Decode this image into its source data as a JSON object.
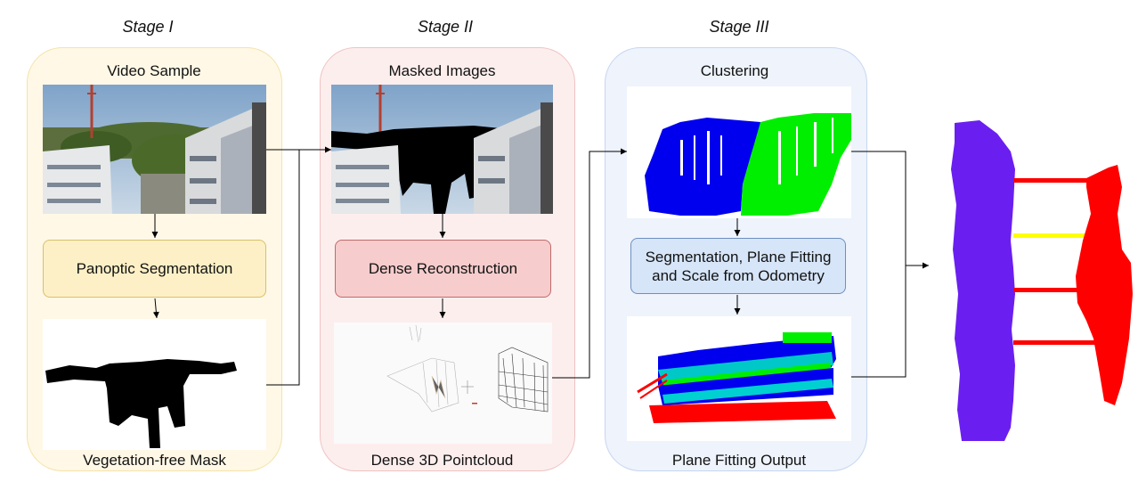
{
  "stages": {
    "stage1": {
      "title": "Stage I",
      "top_label": "Video Sample",
      "box": "Panoptic Segmentation",
      "bottom_label": "Vegetation-free Mask"
    },
    "stage2": {
      "title": "Stage II",
      "top_label": "Masked Images",
      "box": "Dense Reconstruction",
      "bottom_label": "Dense 3D Pointcloud"
    },
    "stage3": {
      "title": "Stage III",
      "top_label": "Clustering",
      "box_line1": "Segmentation, Plane Fitting",
      "box_line2": "and Scale from Odometry",
      "bottom_label": "Plane Fitting Output"
    }
  },
  "colors": {
    "stage1_fill": "#fff8e6",
    "stage2_fill": "#fdeeee",
    "stage3_fill": "#eef3fc",
    "cluster_blue": "#0000ee",
    "cluster_green": "#00ee00",
    "plane_purple": "#6a1ff0",
    "plane_red": "#ff0000",
    "plane_yellow": "#ffff00"
  }
}
